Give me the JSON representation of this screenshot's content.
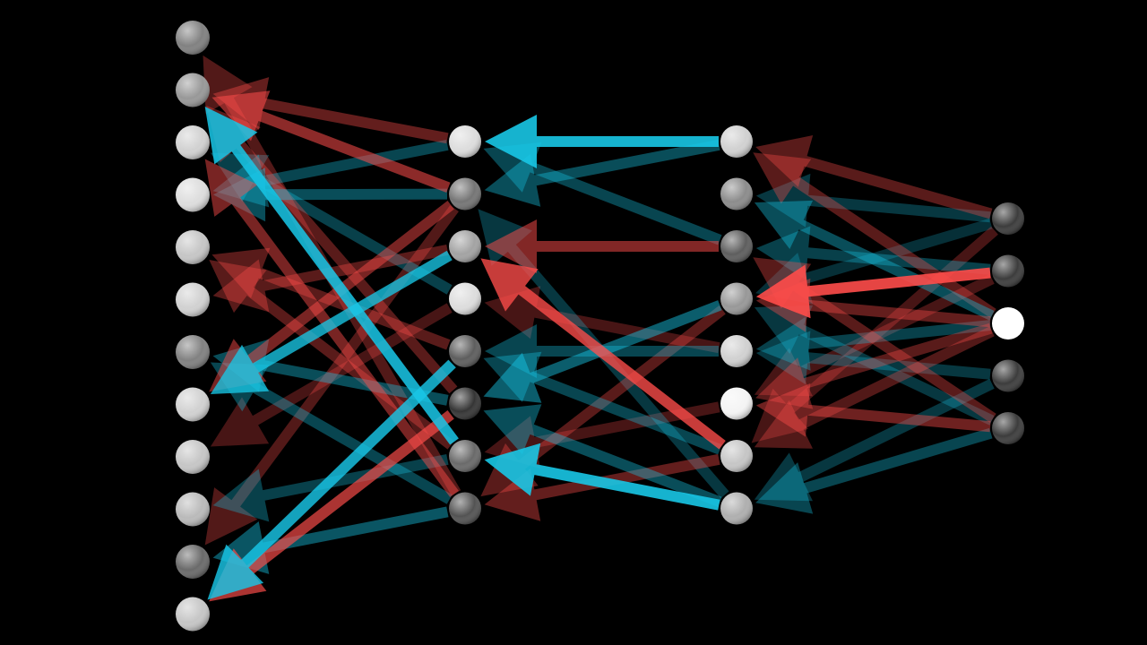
{
  "colors": {
    "background": "#000000",
    "positive_arrow": "#ff4d4a",
    "negative_arrow": "#18c6e6"
  },
  "network": {
    "layers": [
      {
        "name": "input-layer",
        "activations": [
          0.45,
          0.55,
          0.8,
          0.85,
          0.75,
          0.8,
          0.45,
          0.8,
          0.75,
          0.7,
          0.35,
          0.75
        ]
      },
      {
        "name": "hidden-layer-1",
        "activations": [
          0.85,
          0.4,
          0.6,
          0.85,
          0.3,
          0.12,
          0.35,
          0.25
        ]
      },
      {
        "name": "hidden-layer-2",
        "activations": [
          0.8,
          0.5,
          0.3,
          0.55,
          0.8,
          0.95,
          0.75,
          0.65
        ]
      },
      {
        "name": "output-layer",
        "activations": [
          0.15,
          0.15,
          1.0,
          0.15,
          0.15
        ]
      }
    ],
    "edges": [
      {
        "from": [
          3,
          0
        ],
        "to": [
          2,
          0
        ],
        "sign": "pos",
        "strength": 0.3
      },
      {
        "from": [
          3,
          0
        ],
        "to": [
          2,
          1
        ],
        "sign": "neg",
        "strength": 0.2
      },
      {
        "from": [
          3,
          0
        ],
        "to": [
          2,
          3
        ],
        "sign": "neg",
        "strength": 0.15
      },
      {
        "from": [
          3,
          0
        ],
        "to": [
          2,
          6
        ],
        "sign": "pos",
        "strength": 0.2
      },
      {
        "from": [
          3,
          1
        ],
        "to": [
          2,
          2
        ],
        "sign": "neg",
        "strength": 0.25
      },
      {
        "from": [
          3,
          1
        ],
        "to": [
          2,
          3
        ],
        "sign": "pos",
        "strength": 1.0
      },
      {
        "from": [
          3,
          1
        ],
        "to": [
          2,
          5
        ],
        "sign": "pos",
        "strength": 0.2
      },
      {
        "from": [
          3,
          2
        ],
        "to": [
          2,
          0
        ],
        "sign": "pos",
        "strength": 0.3
      },
      {
        "from": [
          3,
          2
        ],
        "to": [
          2,
          1
        ],
        "sign": "neg",
        "strength": 0.35
      },
      {
        "from": [
          3,
          2
        ],
        "to": [
          2,
          3
        ],
        "sign": "pos",
        "strength": 0.35
      },
      {
        "from": [
          3,
          2
        ],
        "to": [
          2,
          4
        ],
        "sign": "neg",
        "strength": 0.25
      },
      {
        "from": [
          3,
          2
        ],
        "to": [
          2,
          5
        ],
        "sign": "pos",
        "strength": 0.3
      },
      {
        "from": [
          3,
          2
        ],
        "to": [
          2,
          6
        ],
        "sign": "pos",
        "strength": 0.25
      },
      {
        "from": [
          3,
          3
        ],
        "to": [
          2,
          4
        ],
        "sign": "neg",
        "strength": 0.2
      },
      {
        "from": [
          3,
          3
        ],
        "to": [
          2,
          7
        ],
        "sign": "neg",
        "strength": 0.2
      },
      {
        "from": [
          3,
          4
        ],
        "to": [
          2,
          2
        ],
        "sign": "pos",
        "strength": 0.3
      },
      {
        "from": [
          3,
          4
        ],
        "to": [
          2,
          5
        ],
        "sign": "pos",
        "strength": 0.4
      },
      {
        "from": [
          3,
          4
        ],
        "to": [
          2,
          3
        ],
        "sign": "neg",
        "strength": 0.2
      },
      {
        "from": [
          3,
          4
        ],
        "to": [
          2,
          7
        ],
        "sign": "neg",
        "strength": 0.3
      },
      {
        "from": [
          2,
          0
        ],
        "to": [
          1,
          0
        ],
        "sign": "neg",
        "strength": 1.0
      },
      {
        "from": [
          2,
          0
        ],
        "to": [
          1,
          1
        ],
        "sign": "neg",
        "strength": 0.35
      },
      {
        "from": [
          2,
          2
        ],
        "to": [
          1,
          2
        ],
        "sign": "pos",
        "strength": 0.5
      },
      {
        "from": [
          2,
          2
        ],
        "to": [
          1,
          0
        ],
        "sign": "neg",
        "strength": 0.3
      },
      {
        "from": [
          2,
          3
        ],
        "to": [
          1,
          5
        ],
        "sign": "neg",
        "strength": 0.45
      },
      {
        "from": [
          2,
          3
        ],
        "to": [
          1,
          7
        ],
        "sign": "pos",
        "strength": 0.3
      },
      {
        "from": [
          2,
          4
        ],
        "to": [
          1,
          4
        ],
        "sign": "neg",
        "strength": 0.3
      },
      {
        "from": [
          2,
          4
        ],
        "to": [
          1,
          3
        ],
        "sign": "pos",
        "strength": 0.2
      },
      {
        "from": [
          2,
          5
        ],
        "to": [
          1,
          6
        ],
        "sign": "pos",
        "strength": 0.2
      },
      {
        "from": [
          2,
          6
        ],
        "to": [
          1,
          2
        ],
        "sign": "pos",
        "strength": 0.85
      },
      {
        "from": [
          2,
          6
        ],
        "to": [
          1,
          7
        ],
        "sign": "pos",
        "strength": 0.35
      },
      {
        "from": [
          2,
          6
        ],
        "to": [
          1,
          4
        ],
        "sign": "neg",
        "strength": 0.3
      },
      {
        "from": [
          2,
          7
        ],
        "to": [
          1,
          6
        ],
        "sign": "neg",
        "strength": 1.0
      },
      {
        "from": [
          2,
          7
        ],
        "to": [
          1,
          5
        ],
        "sign": "neg",
        "strength": 0.35
      },
      {
        "from": [
          2,
          7
        ],
        "to": [
          1,
          1
        ],
        "sign": "neg",
        "strength": 0.2
      },
      {
        "from": [
          1,
          0
        ],
        "to": [
          0,
          3
        ],
        "sign": "neg",
        "strength": 0.3
      },
      {
        "from": [
          1,
          0
        ],
        "to": [
          0,
          1
        ],
        "sign": "pos",
        "strength": 0.35
      },
      {
        "from": [
          1,
          1
        ],
        "to": [
          0,
          1
        ],
        "sign": "pos",
        "strength": 0.55
      },
      {
        "from": [
          1,
          1
        ],
        "to": [
          0,
          3
        ],
        "sign": "neg",
        "strength": 0.35
      },
      {
        "from": [
          1,
          1
        ],
        "to": [
          0,
          7
        ],
        "sign": "pos",
        "strength": 0.45
      },
      {
        "from": [
          1,
          1
        ],
        "to": [
          0,
          10
        ],
        "sign": "pos",
        "strength": 0.25
      },
      {
        "from": [
          1,
          2
        ],
        "to": [
          0,
          7
        ],
        "sign": "neg",
        "strength": 0.85
      },
      {
        "from": [
          1,
          2
        ],
        "to": [
          0,
          5
        ],
        "sign": "pos",
        "strength": 0.3
      },
      {
        "from": [
          1,
          3
        ],
        "to": [
          0,
          2
        ],
        "sign": "neg",
        "strength": 0.25
      },
      {
        "from": [
          1,
          3
        ],
        "to": [
          0,
          8
        ],
        "sign": "pos",
        "strength": 0.2
      },
      {
        "from": [
          1,
          4
        ],
        "to": [
          0,
          11
        ],
        "sign": "neg",
        "strength": 0.9
      },
      {
        "from": [
          1,
          4
        ],
        "to": [
          0,
          4
        ],
        "sign": "pos",
        "strength": 0.3
      },
      {
        "from": [
          1,
          5
        ],
        "to": [
          0,
          11
        ],
        "sign": "pos",
        "strength": 0.7
      },
      {
        "from": [
          1,
          5
        ],
        "to": [
          0,
          6
        ],
        "sign": "neg",
        "strength": 0.35
      },
      {
        "from": [
          1,
          5
        ],
        "to": [
          0,
          1
        ],
        "sign": "pos",
        "strength": 0.3
      },
      {
        "from": [
          1,
          6
        ],
        "to": [
          0,
          1
        ],
        "sign": "neg",
        "strength": 0.95
      },
      {
        "from": [
          1,
          6
        ],
        "to": [
          0,
          4
        ],
        "sign": "pos",
        "strength": 0.3
      },
      {
        "from": [
          1,
          6
        ],
        "to": [
          0,
          9
        ],
        "sign": "neg",
        "strength": 0.25
      },
      {
        "from": [
          1,
          7
        ],
        "to": [
          0,
          2
        ],
        "sign": "pos",
        "strength": 0.45
      },
      {
        "from": [
          1,
          7
        ],
        "to": [
          0,
          10
        ],
        "sign": "neg",
        "strength": 0.4
      },
      {
        "from": [
          1,
          7
        ],
        "to": [
          0,
          6
        ],
        "sign": "neg",
        "strength": 0.3
      },
      {
        "from": [
          1,
          7
        ],
        "to": [
          0,
          0
        ],
        "sign": "pos",
        "strength": 0.25
      }
    ]
  }
}
